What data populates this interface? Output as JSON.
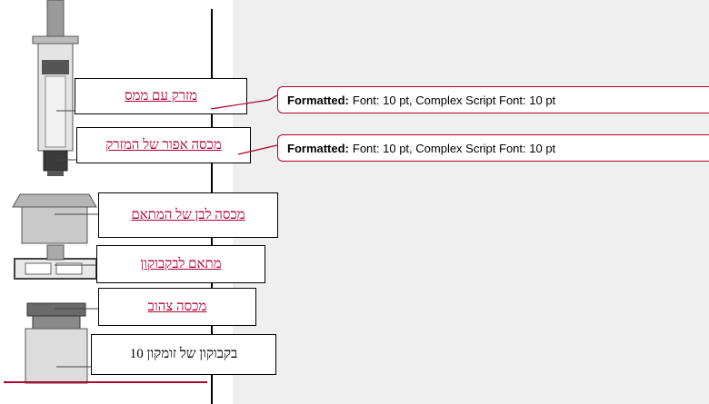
{
  "labels": {
    "syringe": "מזרק עם ממס",
    "grey_cap": "מכסה אפור של המזרק",
    "white_cap": "מכסה לבן של המתאם",
    "adapter": "מתאם לבקבוקון",
    "yellow_cap": "מכסה צהוב",
    "vial": "בקבוקון של זומקון 10"
  },
  "comments": [
    {
      "title": "Formatted:",
      "text": "Font: 10 pt, Complex Script Font: 10 pt"
    },
    {
      "title": "Formatted:",
      "text": "Font: 10 pt, Complex Script Font: 10 pt"
    }
  ],
  "colors": {
    "revision": "#b00030",
    "margin": "#efefef"
  }
}
